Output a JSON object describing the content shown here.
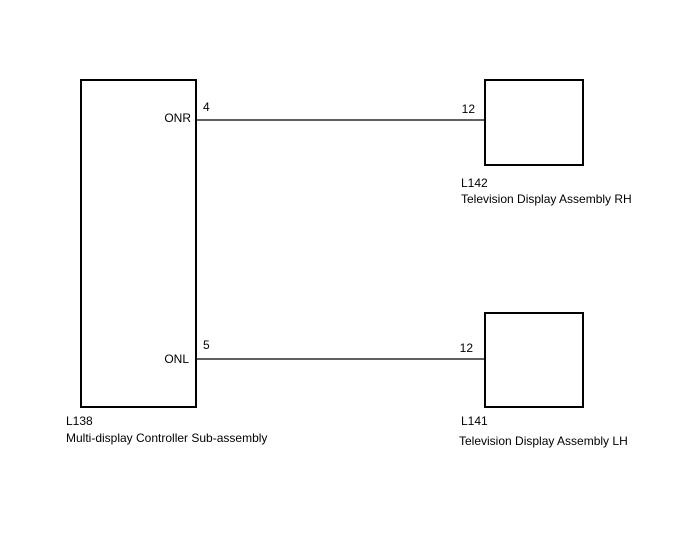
{
  "controller": {
    "code": "L138",
    "name": "Multi-display Controller Sub-assembly",
    "pins": {
      "onr": {
        "label": "ONR",
        "number": "4"
      },
      "onl": {
        "label": "ONL",
        "number": "5"
      }
    }
  },
  "display_rh": {
    "code": "L142",
    "name": "Television Display Assembly RH",
    "pin": "12"
  },
  "display_lh": {
    "code": "L141",
    "name": "Television Display Assembly LH",
    "pin": "12"
  }
}
